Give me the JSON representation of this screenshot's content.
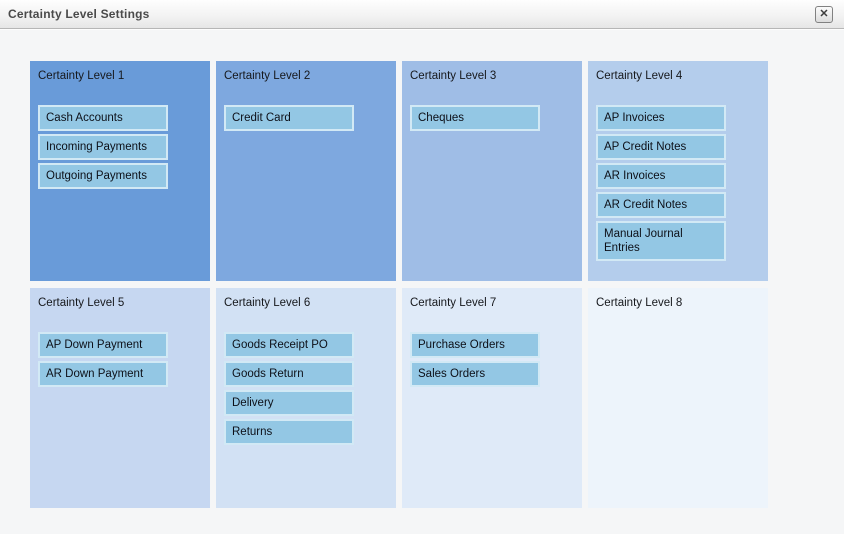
{
  "window": {
    "title": "Certainty Level Settings",
    "close_glyph": "✕"
  },
  "colors": {
    "item_bg": "#93c7e4",
    "item_border": "#d2e9f5",
    "page_bg": "#f5f6f7"
  },
  "panels": [
    {
      "title": "Certainty Level 1",
      "bg": "#699bd9",
      "items": [
        "Cash Accounts",
        "Incoming Payments",
        "Outgoing Payments"
      ]
    },
    {
      "title": "Certainty Level 2",
      "bg": "#7ea8df",
      "items": [
        "Credit Card"
      ]
    },
    {
      "title": "Certainty Level 3",
      "bg": "#9fbde6",
      "items": [
        "Cheques"
      ]
    },
    {
      "title": "Certainty Level 4",
      "bg": "#b4cdec",
      "items": [
        "AP Invoices",
        "AP Credit Notes",
        "AR Invoices",
        "AR Credit Notes",
        "Manual Journal Entries"
      ]
    },
    {
      "title": "Certainty Level 5",
      "bg": "#c6d7f1",
      "items": [
        "AP Down Payment",
        "AR Down Payment"
      ]
    },
    {
      "title": "Certainty Level 6",
      "bg": "#d2e1f4",
      "items": [
        "Goods Receipt PO",
        "Goods Return",
        "Delivery",
        "Returns"
      ]
    },
    {
      "title": "Certainty Level 7",
      "bg": "#dfeaf8",
      "items": [
        "Purchase Orders",
        "Sales Orders"
      ]
    },
    {
      "title": "Certainty Level 8",
      "bg": "#edf4fb",
      "items": []
    }
  ]
}
